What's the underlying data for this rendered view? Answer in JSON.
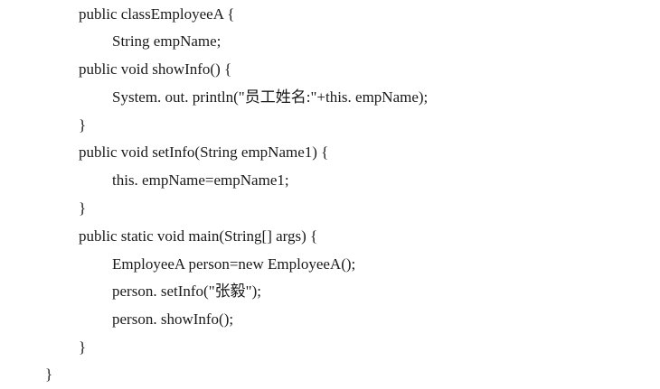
{
  "code": {
    "lines": [
      "public classEmployeeA {",
      "String empName;",
      "public void showInfo() {",
      "System. out. println(\"员工姓名:\"+this. empName);",
      "}",
      "public void setInfo(String empName1) {",
      "this. empName=empName1;",
      "}",
      "public static void main(String[] args) {",
      "EmployeeA person=new EmployeeA();",
      "person. setInfo(\"张毅\");",
      "person. showInfo();",
      "}",
      "}"
    ]
  }
}
